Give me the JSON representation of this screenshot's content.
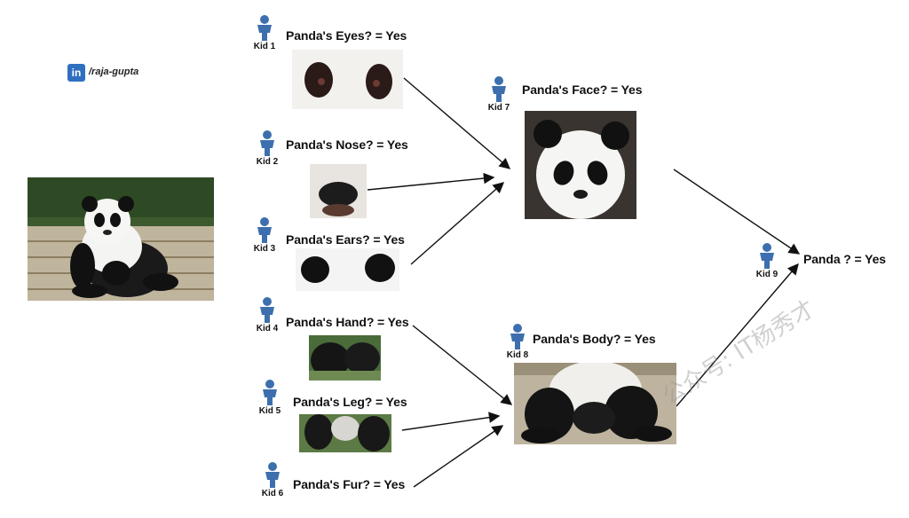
{
  "linkedin": {
    "badge": "in",
    "handle": "/raja-gupta"
  },
  "watermark": "公众号: IT杨秀才",
  "kids": {
    "kid1": {
      "label": "Kid 1",
      "question": "Panda's Eyes? = Yes"
    },
    "kid2": {
      "label": "Kid 2",
      "question": "Panda's Nose? = Yes"
    },
    "kid3": {
      "label": "Kid 3",
      "question": "Panda's Ears? = Yes"
    },
    "kid4": {
      "label": "Kid 4",
      "question": "Panda's Hand? = Yes"
    },
    "kid5": {
      "label": "Kid 5",
      "question": "Panda's Leg? = Yes"
    },
    "kid6": {
      "label": "Kid 6",
      "question": "Panda's Fur? = Yes"
    },
    "kid7": {
      "label": "Kid 7",
      "question": "Panda's Face? = Yes"
    },
    "kid8": {
      "label": "Kid 8",
      "question": "Panda's Body? = Yes"
    },
    "kid9": {
      "label": "Kid 9",
      "question": "Panda ? = Yes"
    }
  },
  "colors": {
    "icon": "#3d6fae",
    "arrow": "#111111"
  }
}
